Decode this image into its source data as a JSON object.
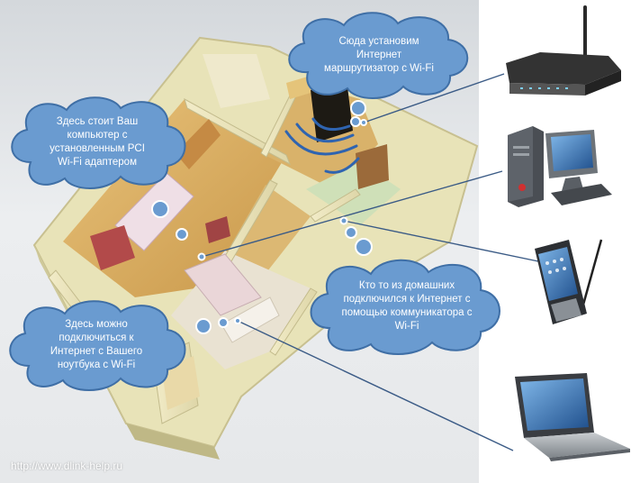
{
  "callouts": {
    "router": "Сюда установим Интернет маршрутизатор с Wi-Fi",
    "desktop": "Здесь стоит Ваш компьютер с установленным PCI Wi-Fi адаптером",
    "laptop": "Здесь можно подключиться к Интернет с Вашего ноутбука с Wi-Fi",
    "communicator": "Кто то из домашних подключился к Интернет с помощью коммуникатора с Wi-Fi"
  },
  "devices": {
    "router": "router-icon",
    "desktop": "desktop-computer-icon",
    "communicator": "pda-phone-icon",
    "laptop": "laptop-icon"
  },
  "watermark": "http://www.dlink-help.ru",
  "colors": {
    "cloud_fill": "#6a9bd0",
    "cloud_stroke": "#3f6fa6",
    "connector": "#3b5b86"
  }
}
